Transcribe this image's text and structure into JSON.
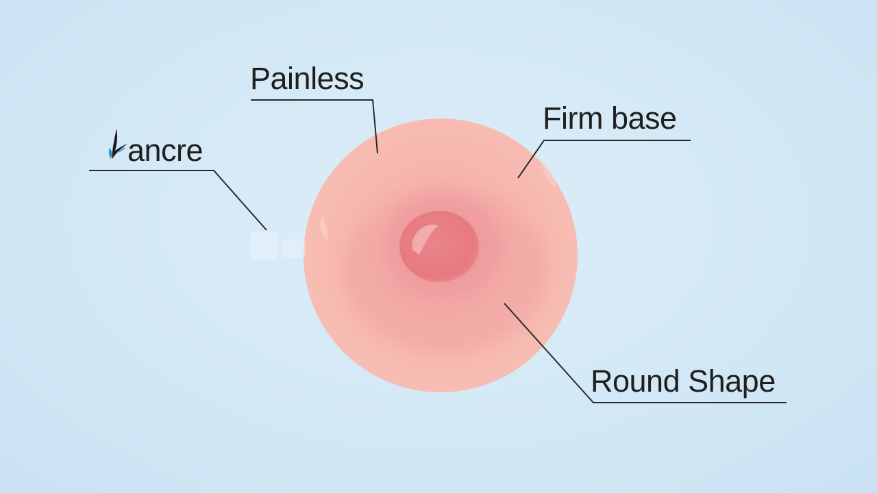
{
  "diagram": {
    "labels": {
      "chancre": "ancre",
      "painless": "Painless",
      "firm_base": "Firm base",
      "round_shape": "Round Shape"
    },
    "colors": {
      "background": "#d6eaf7",
      "lesion_outer": "#f6b3ab",
      "lesion_inner": "#ee9c98",
      "lesion_core": "#e97a80",
      "leader_line": "#2a2a2a",
      "text": "#1f1f1f"
    },
    "icons": {
      "chancre_glyph": "broken-letter-c-glyph"
    }
  }
}
